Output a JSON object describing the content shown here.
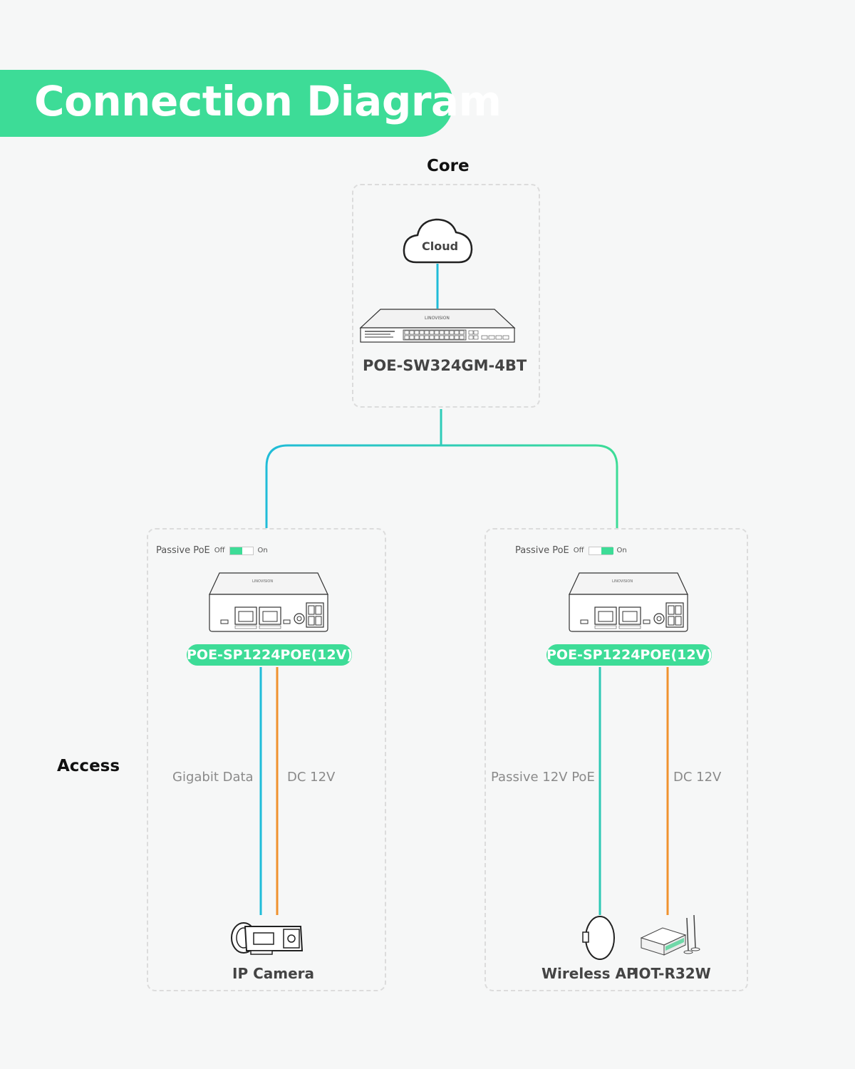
{
  "title": "Connection Diagram",
  "tiers": {
    "core": "Core",
    "access": "Access"
  },
  "core": {
    "cloud_label": "Cloud",
    "switch_brand": "LINOVISION",
    "switch_model": "POE-SW324GM-4BT"
  },
  "access_left": {
    "poe_label": "Passive PoE",
    "toggle_off": "Off",
    "toggle_on": "On",
    "injector_brand": "LINOVISION",
    "injector_model": "POE-SP1224POE(12V)",
    "line_data_label": "Gigabit Data",
    "line_power_label": "DC 12V",
    "device_label": "IP Camera"
  },
  "access_right": {
    "poe_label": "Passive PoE",
    "toggle_off": "Off",
    "toggle_on": "On",
    "injector_brand": "LINOVISION",
    "injector_model": "POE-SP1224POE(12V)",
    "line_data_label": "Passive 12V PoE",
    "line_power_label": "DC 12V",
    "device_ap_label": "Wireless AP",
    "device_router_label": "IOT-R32W"
  },
  "colors": {
    "accent": "#3ddc97",
    "data_line": "#20bcd8",
    "power_line": "#f0922e",
    "panel_border": "#dcdcdc"
  }
}
